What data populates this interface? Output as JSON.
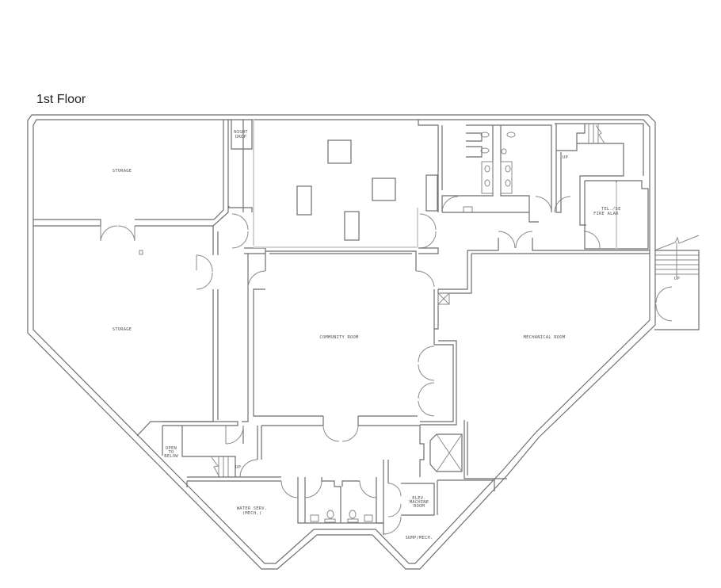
{
  "header": {
    "title": "1st Floor"
  },
  "rooms": {
    "storage_top": "STORAGE",
    "storage_main": "STORAGE",
    "night_drop_1": "NIGHT",
    "night_drop_2": "DROP",
    "community_room": "COMMUNITY ROOM",
    "mechanical_room": "MECHANICAL ROOM",
    "tel_fire_1": "TEL./SE",
    "tel_fire_2": "FIRE ALAR",
    "open_below_1": "OPEN",
    "open_below_2": "TO",
    "open_below_3": "BELOW",
    "water_serv_1": "WATER SERV.",
    "water_serv_2": "(MECH.)",
    "elev_1": "ELEV.",
    "elev_2": "MACHINE",
    "elev_3": "ROOM",
    "sump": "SUMP/MECH."
  },
  "stairs": {
    "up_ne": "UP",
    "up_east": "UP",
    "up_sw": "UP"
  },
  "colors": {
    "wall": "#6e6e6e",
    "background": "#ffffff",
    "highlight": "#d2d2d2"
  }
}
